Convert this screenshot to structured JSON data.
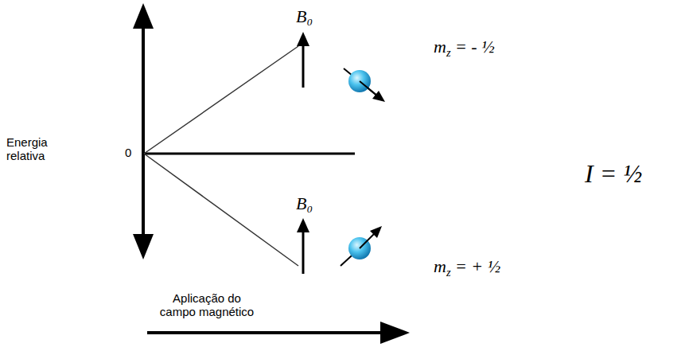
{
  "diagram": {
    "labels": [
      "Energia relativa",
      "0",
      "B₀",
      "B₀",
      "mz = - ½",
      "mz = + ½",
      "I = ½",
      "Aplicação do campo magnético"
    ]
  }
}
